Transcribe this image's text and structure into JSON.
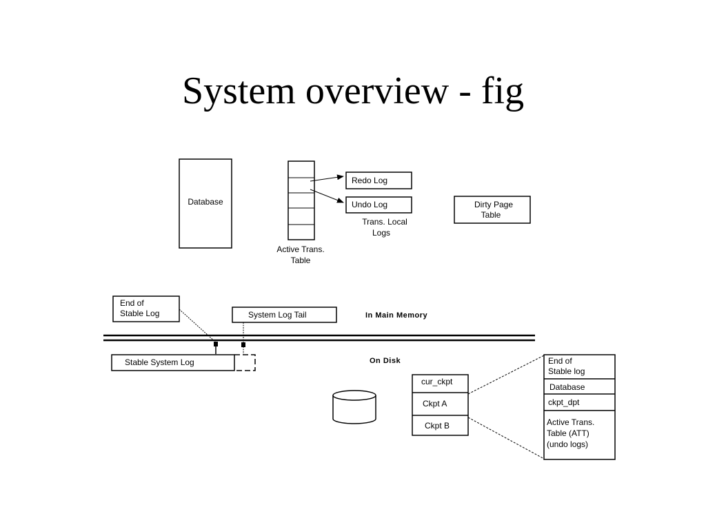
{
  "slide": {
    "title": "System overview - fig"
  },
  "diagram": {
    "database_label": "Database",
    "active_trans_table": [
      "Active Trans.",
      "Table"
    ],
    "redo_log": "Redo Log",
    "undo_log": "Undo Log",
    "trans_local_logs": [
      "Trans. Local",
      "Logs"
    ],
    "dirty_page_table": [
      "Dirty Page",
      "Table"
    ],
    "end_of_stable_log": [
      "End of",
      "Stable Log"
    ],
    "system_log_tail": "System Log Tail",
    "in_main_memory": "In Main Memory",
    "stable_system_log": "Stable System Log",
    "on_disk": "On Disk",
    "ckpt_slots": [
      "cur_ckpt",
      "Ckpt A",
      "Ckpt B"
    ],
    "ckpt_detail": {
      "end_of_stable_log": [
        "End of",
        "Stable log"
      ],
      "database": "Database",
      "ckpt_dpt": "ckpt_dpt",
      "att": [
        "Active Trans.",
        "Table (ATT)",
        "(undo logs)"
      ]
    }
  }
}
